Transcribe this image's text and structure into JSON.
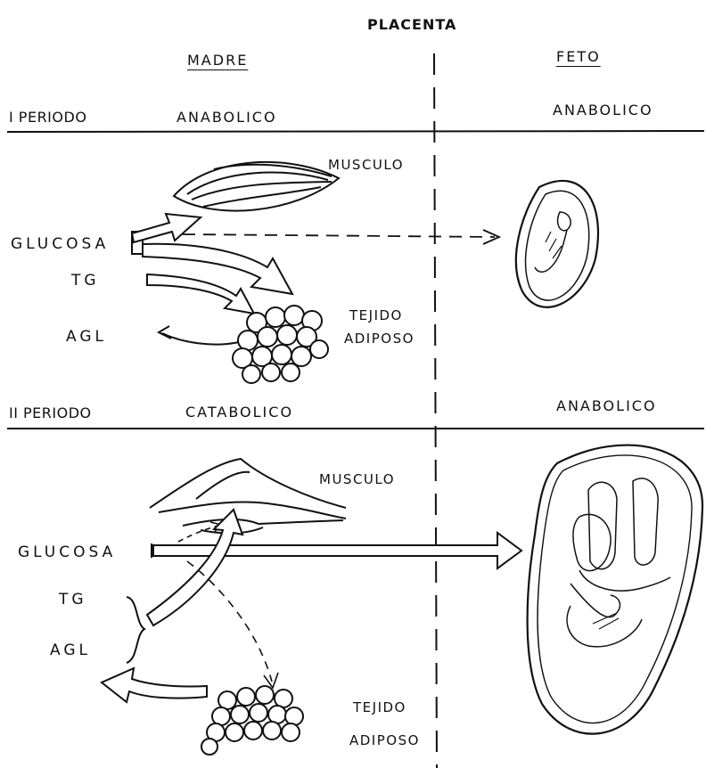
{
  "header": {
    "placenta": "PLACENTA",
    "madre": "MADRE",
    "feto": "FETO"
  },
  "period1": {
    "label": "I PERIODO",
    "madre_state": "ANABOLICO",
    "feto_state": "ANABOLICO",
    "musculo": "MUSCULO",
    "glucosa": "GLUCOSA",
    "tg": "TG",
    "agl": "AGL",
    "tejido": "TEJIDO",
    "adiposo": "ADIPOSO"
  },
  "period2": {
    "label": "II PERIODO",
    "madre_state": "CATABOLICO",
    "feto_state": "ANABOLICO",
    "musculo": "MUSCULO",
    "glucosa": "GLUCOSA",
    "tg": "TG",
    "agl": "AGL",
    "tejido": "TEJIDO",
    "adiposo": "ADIPOSO"
  },
  "colors": {
    "ink": "#111111",
    "paper": "#ffffff"
  }
}
